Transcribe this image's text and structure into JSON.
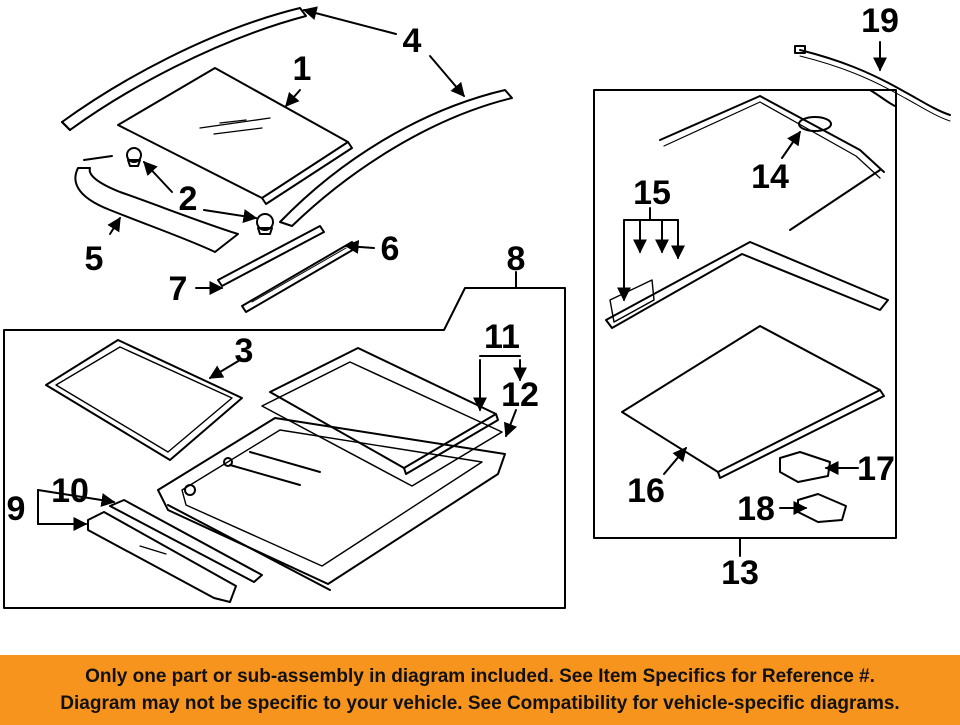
{
  "colors": {
    "banner_background": "#f7941d",
    "line": "#000000"
  },
  "callouts": {
    "c1": "1",
    "c2": "2",
    "c3": "3",
    "c4": "4",
    "c5": "5",
    "c6": "6",
    "c7": "7",
    "c8": "8",
    "c9": "9",
    "c10": "10",
    "c11": "11",
    "c12": "12",
    "c13": "13",
    "c14": "14",
    "c15": "15",
    "c16": "16",
    "c17": "17",
    "c18": "18",
    "c19": "19"
  },
  "banner": {
    "line1": "Only one part or sub-assembly in diagram included. See Item Specifics for Reference #.",
    "line2": "Diagram may not be specific to your vehicle. See Compatibility for vehicle-specific diagrams."
  }
}
